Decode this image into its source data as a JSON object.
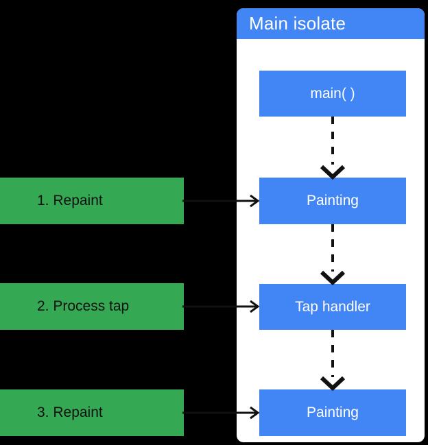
{
  "title": "Main isolate",
  "panel": {
    "title": "Main isolate",
    "nodes": [
      {
        "id": "main",
        "label": "main( )"
      },
      {
        "id": "painting-1",
        "label": "Painting"
      },
      {
        "id": "tap-handler",
        "label": "Tap handler"
      },
      {
        "id": "painting-2",
        "label": "Painting"
      }
    ]
  },
  "events": {
    "items": [
      {
        "id": "repaint-1",
        "label": "1. Repaint"
      },
      {
        "id": "process-tap",
        "label": "2. Process tap"
      },
      {
        "id": "repaint-2",
        "label": "3. Repaint"
      }
    ]
  },
  "flow": {
    "edges": [
      {
        "from": "main( )",
        "to": "Painting",
        "style": "dashed"
      },
      {
        "from": "Painting",
        "to": "Tap handler",
        "style": "dashed"
      },
      {
        "from": "Tap handler",
        "to": "Painting",
        "style": "dashed"
      },
      {
        "from": "1. Repaint",
        "to": "Painting",
        "style": "solid"
      },
      {
        "from": "2. Process tap",
        "to": "Tap handler",
        "style": "solid"
      },
      {
        "from": "3. Repaint",
        "to": "Painting",
        "style": "solid"
      }
    ]
  },
  "colors": {
    "bg": "#000000",
    "panel": "#ffffff",
    "blue": "#4285F4",
    "green": "#34A853",
    "ink": "#111111",
    "white": "#ffffff"
  }
}
